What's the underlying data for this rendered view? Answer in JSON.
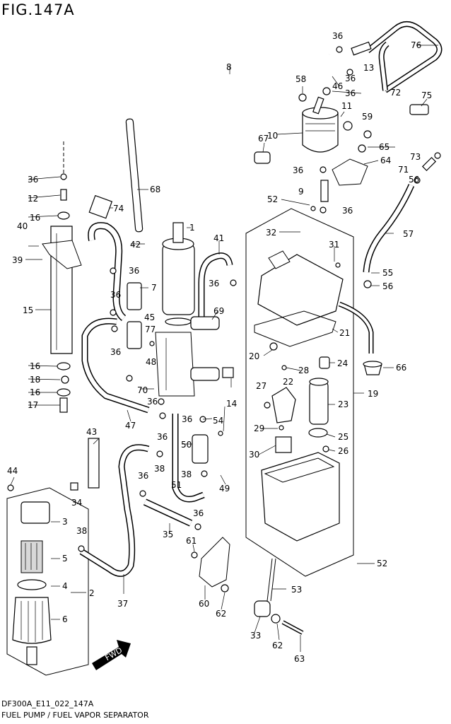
{
  "title": "FIG.147A",
  "model_code": "DF300A_E11_022_147A",
  "caption": "FUEL PUMP / FUEL VAPOR SEPARATOR",
  "fwd_label": "FWD",
  "part_labels": {
    "p1": "1",
    "p2": "2",
    "p3": "3",
    "p4": "4",
    "p5": "5",
    "p6": "6",
    "p7": "7",
    "p8": "8",
    "p9": "9",
    "p10": "10",
    "p11": "11",
    "p12": "12",
    "p13": "13",
    "p14": "14",
    "p15": "15",
    "p16": "16",
    "p17": "17",
    "p18": "18",
    "p19": "19",
    "p20": "20",
    "p21": "21",
    "p22": "22",
    "p23": "23",
    "p24": "24",
    "p25": "25",
    "p26": "26",
    "p27": "27",
    "p28": "28",
    "p29": "29",
    "p30": "30",
    "p31": "31",
    "p32": "32",
    "p33": "33",
    "p34": "34",
    "p35": "35",
    "p36": "36",
    "p37": "37",
    "p38": "38",
    "p39": "39",
    "p40": "40",
    "p41": "41",
    "p42": "42",
    "p43": "43",
    "p44": "44",
    "p45": "45",
    "p46": "46",
    "p47": "47",
    "p48": "48",
    "p49": "49",
    "p50": "50",
    "p51": "51",
    "p52": "52",
    "p53": "53",
    "p54": "54",
    "p55": "55",
    "p56": "56",
    "p57": "57",
    "p58": "58",
    "p59": "59",
    "p60": "60",
    "p61": "61",
    "p62": "62",
    "p63": "63",
    "p64": "64",
    "p65": "65",
    "p66": "66",
    "p67": "67",
    "p68": "68",
    "p69": "69",
    "p70": "70",
    "p71": "71",
    "p72": "72",
    "p73": "73",
    "p74": "74",
    "p75": "75",
    "p76": "76",
    "p77": "77"
  }
}
